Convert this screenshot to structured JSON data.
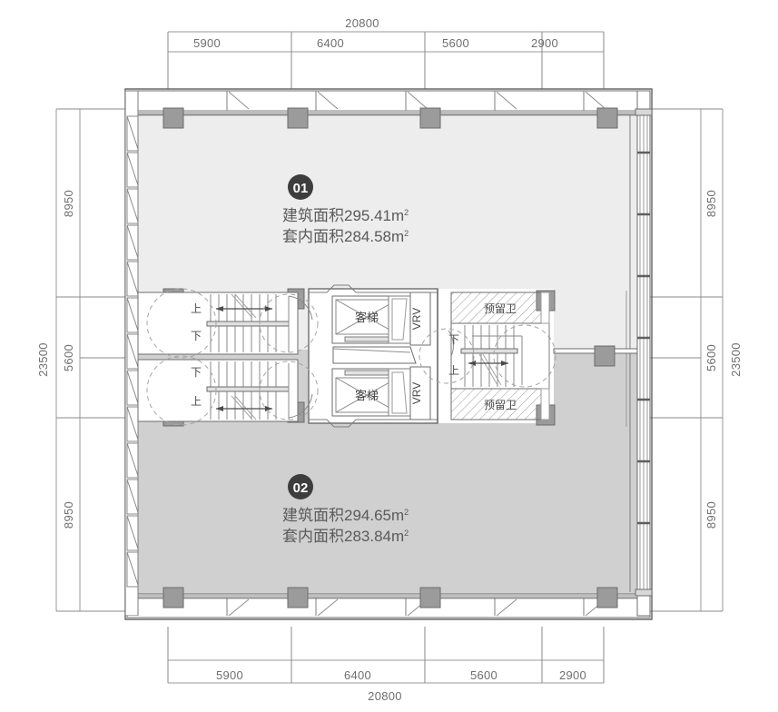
{
  "drawing": {
    "type": "architectural-floor-plan",
    "overall_width": "20800",
    "overall_height": "23500"
  },
  "dimensions": {
    "top": {
      "total": "20800",
      "segments": [
        "5900",
        "6400",
        "5600",
        "2900"
      ]
    },
    "bottom": {
      "total": "20800",
      "segments": [
        "5900",
        "6400",
        "5600",
        "2900"
      ]
    },
    "left": {
      "total": "23500",
      "segments": [
        "8950",
        "5600",
        "8950"
      ]
    },
    "right": {
      "total": "23500",
      "segments": [
        "8950",
        "5600",
        "8950"
      ]
    }
  },
  "units": [
    {
      "badge": "01",
      "gross_area_label": "建筑面积295.41m",
      "gross_area_sup": "2",
      "net_area_label": "套内面积284.58m",
      "net_area_sup": "2",
      "fill": "#ededed"
    },
    {
      "badge": "02",
      "gross_area_label": "建筑面积294.65m",
      "gross_area_sup": "2",
      "net_area_label": "套内面积283.84m",
      "net_area_sup": "2",
      "fill": "#d0d0d0"
    }
  ],
  "core": {
    "elevator_upper": "客梯",
    "elevator_lower": "客梯",
    "vrv_upper": "VRV",
    "vrv_lower": "VRV"
  },
  "rooms": {
    "toilet_upper": "预留卫",
    "toilet_lower": "预留卫"
  },
  "stairs": {
    "left_upper_top": "上",
    "left_upper_bottom": "下",
    "left_lower_top": "下",
    "left_lower_bottom": "上",
    "right_top": "下",
    "right_bottom": "上"
  },
  "colors": {
    "unit01": "#ededed",
    "unit02": "#d0d0d0",
    "column": "#9b9b9b",
    "wall_stroke": "#5e5e5e",
    "dimension": "#6f6f6f",
    "hatch": "#8f8f8f"
  }
}
